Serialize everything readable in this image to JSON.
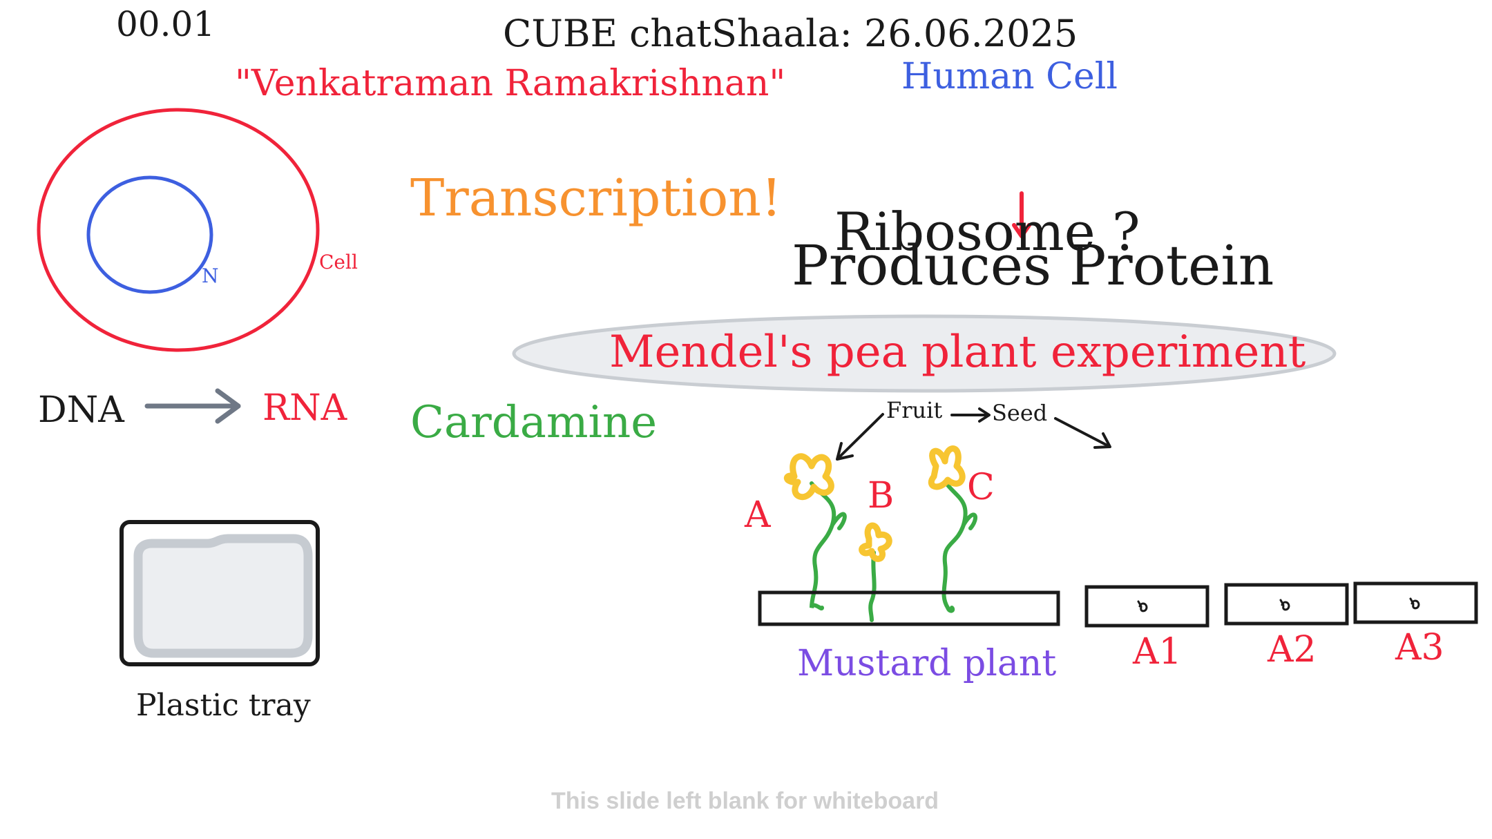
{
  "slide": {
    "timer": "00.01",
    "title": "CUBE chatShaala: 26.06.2025",
    "quote_name": "\"Venkatraman Ramakrishnan\"",
    "human_cell": "Human Cell",
    "footer": "This slide left blank for whiteboard"
  },
  "cell_diagram": {
    "cell_label": "Cell",
    "nucleus_label": "N",
    "dna": "DNA",
    "rna": "RNA"
  },
  "notes": {
    "transcription": "Transcription!",
    "ribosome": "Ribosome ?",
    "produces_protein": "Produces Protein",
    "mendel": "Mendel's pea plant experiment",
    "cardamine": "Cardamine"
  },
  "plant_diagram": {
    "fruit": "Fruit",
    "seed": "Seed",
    "plant_labels": [
      "A",
      "B",
      "C"
    ],
    "bed_label": "Mustard plant",
    "pot_labels": [
      "A1",
      "A2",
      "A3"
    ]
  },
  "tray": {
    "label": "Plastic tray"
  },
  "colors": {
    "red": "#f0233a",
    "blue": "#3d5fe0",
    "orange": "#f7922f",
    "green": "#3aab45",
    "purple": "#7b4ce3",
    "yellow": "#f7c531",
    "black": "#1a1a1a",
    "gray_footer": "#cfcfcf"
  }
}
